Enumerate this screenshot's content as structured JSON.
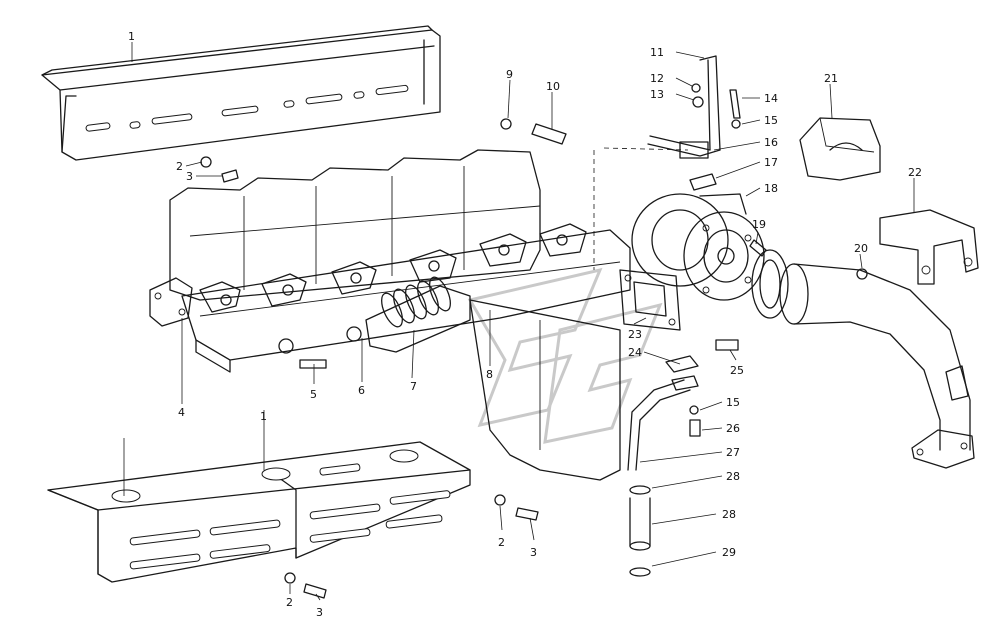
{
  "callouts": [
    {
      "id": "c1a",
      "label": "1"
    },
    {
      "id": "c1b",
      "label": "1"
    },
    {
      "id": "c2a",
      "label": "2"
    },
    {
      "id": "c2b",
      "label": "2"
    },
    {
      "id": "c2c",
      "label": "2"
    },
    {
      "id": "c3a",
      "label": "3"
    },
    {
      "id": "c3b",
      "label": "3"
    },
    {
      "id": "c3c",
      "label": "3"
    },
    {
      "id": "c4",
      "label": "4"
    },
    {
      "id": "c5",
      "label": "5"
    },
    {
      "id": "c6",
      "label": "6"
    },
    {
      "id": "c7",
      "label": "7"
    },
    {
      "id": "c8",
      "label": "8"
    },
    {
      "id": "c9",
      "label": "9"
    },
    {
      "id": "c10",
      "label": "10"
    },
    {
      "id": "c11",
      "label": "11"
    },
    {
      "id": "c12",
      "label": "12"
    },
    {
      "id": "c13",
      "label": "13"
    },
    {
      "id": "c14",
      "label": "14"
    },
    {
      "id": "c15a",
      "label": "15"
    },
    {
      "id": "c15b",
      "label": "15"
    },
    {
      "id": "c16",
      "label": "16"
    },
    {
      "id": "c17",
      "label": "17"
    },
    {
      "id": "c18",
      "label": "18"
    },
    {
      "id": "c19",
      "label": "19"
    },
    {
      "id": "c20",
      "label": "20"
    },
    {
      "id": "c21",
      "label": "21"
    },
    {
      "id": "c22",
      "label": "22"
    },
    {
      "id": "c23",
      "label": "23"
    },
    {
      "id": "c24",
      "label": "24"
    },
    {
      "id": "c25",
      "label": "25"
    },
    {
      "id": "c26",
      "label": "26"
    },
    {
      "id": "c27",
      "label": "27"
    },
    {
      "id": "c28a",
      "label": "28"
    },
    {
      "id": "c28b",
      "label": "28"
    },
    {
      "id": "c29",
      "label": "29"
    }
  ]
}
